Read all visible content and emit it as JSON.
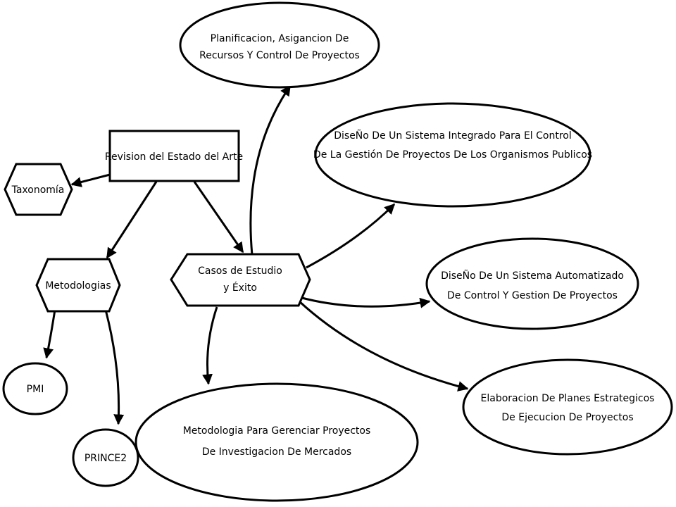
{
  "diagram": {
    "nodes": [
      {
        "id": "revision",
        "shape": "rect",
        "lines": [
          "Revision del Estado del Arte"
        ]
      },
      {
        "id": "taxonomia",
        "shape": "hexagon",
        "lines": [
          "Taxonomía"
        ]
      },
      {
        "id": "metodologias",
        "shape": "hexagon",
        "lines": [
          "Metodologias"
        ]
      },
      {
        "id": "casos",
        "shape": "hexagon",
        "lines": [
          "Casos de Estudio",
          "y Éxito"
        ]
      },
      {
        "id": "pmi",
        "shape": "ellipse",
        "lines": [
          "PMI"
        ]
      },
      {
        "id": "prince2",
        "shape": "ellipse",
        "lines": [
          "PRINCE2"
        ]
      },
      {
        "id": "planificacion",
        "shape": "ellipse",
        "lines": [
          "Planificacion, Asigancion De",
          "Recursos Y Control De Proyectos"
        ]
      },
      {
        "id": "sistema_integrado",
        "shape": "ellipse",
        "lines": [
          "DiseÑo De Un Sistema Integrado Para El Control",
          "De La Gestión De Proyectos De Los Organismos Publicos"
        ]
      },
      {
        "id": "sistema_automatizado",
        "shape": "ellipse",
        "lines": [
          "DiseÑo De Un Sistema Automatizado",
          "De Control Y Gestion De Proyectos"
        ]
      },
      {
        "id": "planes",
        "shape": "ellipse",
        "lines": [
          "Elaboracion De Planes Estrategicos",
          "De Ejecucion De Proyectos"
        ]
      },
      {
        "id": "mercados",
        "shape": "ellipse",
        "lines": [
          "Metodologia Para Gerenciar Proyectos",
          "De Investigacion De Mercados"
        ]
      }
    ],
    "edges": [
      {
        "from": "revision",
        "to": "taxonomia"
      },
      {
        "from": "revision",
        "to": "metodologias"
      },
      {
        "from": "revision",
        "to": "casos"
      },
      {
        "from": "metodologias",
        "to": "pmi"
      },
      {
        "from": "metodologias",
        "to": "prince2"
      },
      {
        "from": "casos",
        "to": "planificacion"
      },
      {
        "from": "casos",
        "to": "sistema_integrado"
      },
      {
        "from": "casos",
        "to": "sistema_automatizado"
      },
      {
        "from": "casos",
        "to": "planes"
      },
      {
        "from": "casos",
        "to": "mercados"
      }
    ]
  }
}
